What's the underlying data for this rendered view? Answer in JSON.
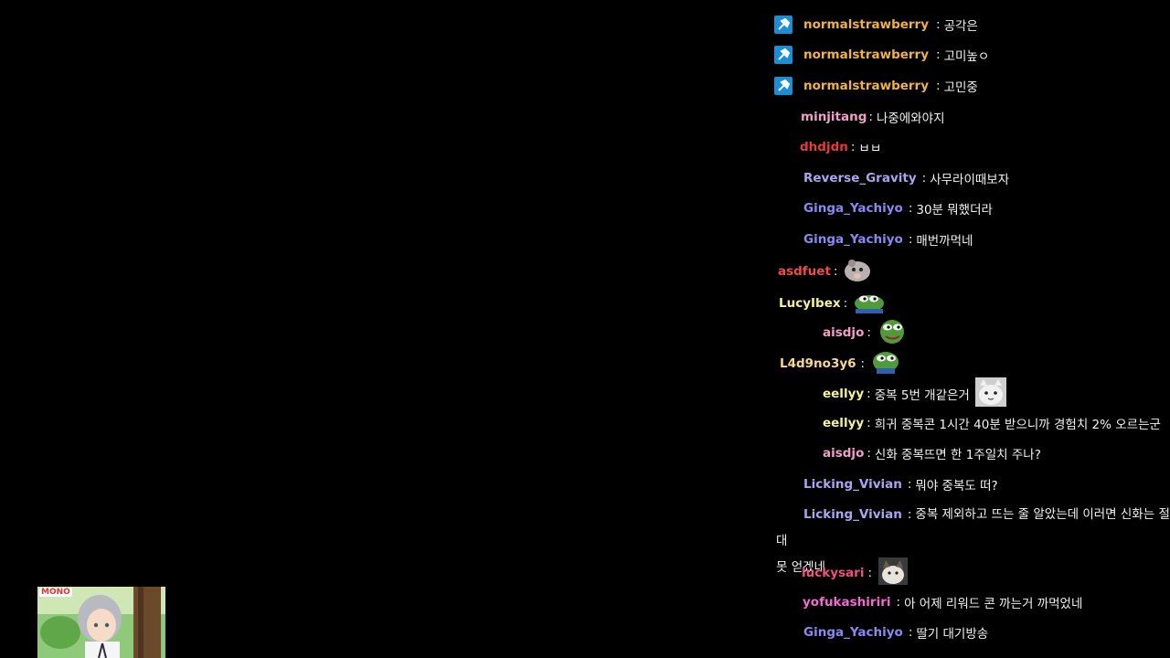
{
  "chat": {
    "messages": [
      {
        "user": "normalstrawberry",
        "color": "#f0b14a",
        "badge": "hammer-icon",
        "text": "공각은"
      },
      {
        "user": "normalstrawberry",
        "color": "#f0b14a",
        "badge": "hammer-icon",
        "text": "고미높ㅇ"
      },
      {
        "user": "normalstrawberry",
        "color": "#f0b14a",
        "badge": "hammer-icon",
        "text": "고민중"
      },
      {
        "user": "minjitang",
        "color": "#f29fc7",
        "text": "나중에와야지"
      },
      {
        "user": "dhdjdn",
        "color": "#e53b3b",
        "text": "ㅂㅂ"
      },
      {
        "user": "Reverse_Gravity",
        "color": "#a9a6ef",
        "text": "사무라이때보자"
      },
      {
        "user": "Ginga_Yachiyo",
        "color": "#8c88f2",
        "text": "30분 뭐했더라"
      },
      {
        "user": "Ginga_Yachiyo",
        "color": "#8c88f2",
        "text": "매번까먹네"
      },
      {
        "user": "asdfuet",
        "color": "#ee4b4b",
        "emote": "hamster-emote"
      },
      {
        "user": "LucyIbex",
        "color": "#f3f1a0",
        "emote": "pepe-emote"
      },
      {
        "user": "aisdjo",
        "color": "#f29fc7",
        "emote": "pepe-face-emote"
      },
      {
        "user": "L4d9no3y6",
        "color": "#f8d78f",
        "emote": "pepe-think-emote"
      },
      {
        "user": "eellyy",
        "color": "#f3f1a0",
        "text": "중복 5번 개같은거",
        "emote": "cat-emote"
      },
      {
        "user": "eellyy",
        "color": "#f3f1a0",
        "text": "희귀 중복콘 1시간 40분 받으니까 경험치 2% 오르는군"
      },
      {
        "user": "aisdjo",
        "color": "#f29fc7",
        "text": "신화 중복뜨면 한 1주일치 주나?"
      },
      {
        "user": "Licking_Vivian",
        "color": "#a9a6ef",
        "text": "뭐야 중복도 떠?"
      },
      {
        "user": "Licking_Vivian",
        "color": "#a9a6ef",
        "text": "중복 제외하고 뜨는 줄 알았는데 이러면 신화는 절대",
        "continuation": "못 얻겠네"
      },
      {
        "user": "luckysari",
        "color": "#f0507a",
        "emote": "cat-photo-emote"
      },
      {
        "user": "yofukashiriri",
        "color": "#f06ad1",
        "text": "아 어제 리워드 콘 까는거 까먹었네"
      },
      {
        "user": "Ginga_Yachiyo",
        "color": "#8c88f2",
        "text": "딸기 대기방송"
      }
    ],
    "separator": ":"
  },
  "thumbnail": {
    "logo_text": "MONO"
  }
}
